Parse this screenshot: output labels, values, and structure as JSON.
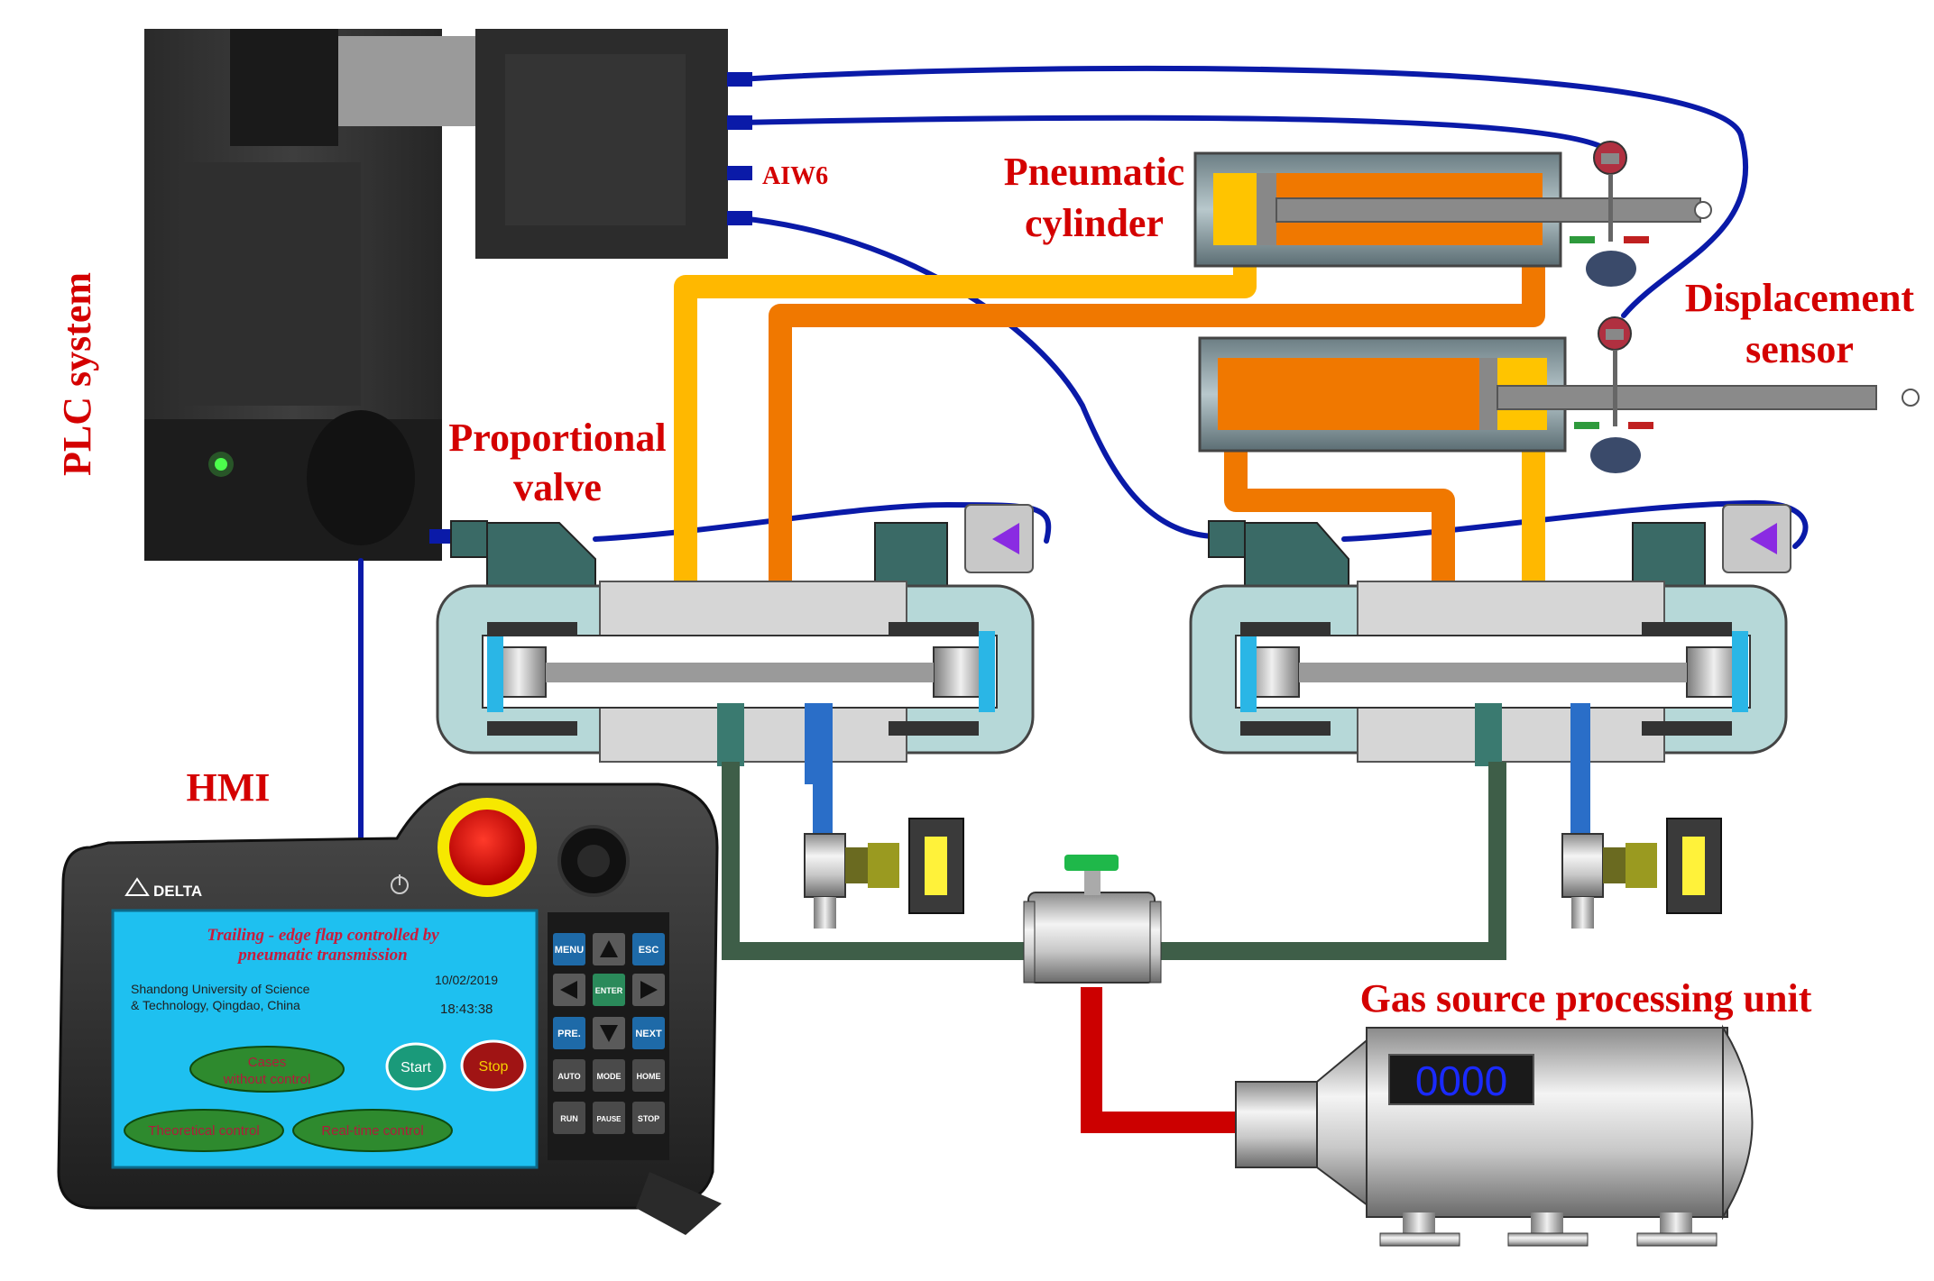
{
  "labels": {
    "plc_system": "PLC system",
    "proportional_valve_1": "Proportional",
    "proportional_valve_2": "valve",
    "pneumatic_cylinder_1": "Pneumatic",
    "pneumatic_cylinder_2": "cylinder",
    "displacement_sensor_1": "Displacement",
    "displacement_sensor_2": "sensor",
    "hmi": "HMI",
    "gas_source": "Gas source processing unit",
    "aiw6": "AIW6"
  },
  "hmi": {
    "brand": "DELTA",
    "title_line1": "Trailing - edge flap controlled by",
    "title_line2": "pneumatic transmission",
    "university_line1": "Shandong University of Science",
    "university_line2": "& Technology, Qingdao, China",
    "date": "10/02/2019",
    "time": "18:43:38",
    "btn_cases_line1": "Cases",
    "btn_cases_line2": "without control",
    "btn_start": "Start",
    "btn_stop": "Stop",
    "btn_theoretical": "Theoretical control",
    "btn_realtime": "Real-time control",
    "keys": {
      "menu": "MENU",
      "esc": "ESC",
      "enter": "ENTER",
      "pre": "PRE.",
      "next": "NEXT",
      "auto": "AUTO",
      "mode": "MODE",
      "home": "HOME",
      "run": "RUN",
      "pause": "PAUSE",
      "stop": "STOP"
    }
  },
  "gas_unit": {
    "display": "0000"
  },
  "colors": {
    "label_red": "#d40000",
    "signal_blue": "#0a1aa8",
    "air_yellow": "#ffb800",
    "air_orange": "#f07800",
    "pipe_green": "#3e5e48",
    "supply_red": "#cc0000",
    "hmi_screen": "#1ec0f0"
  }
}
